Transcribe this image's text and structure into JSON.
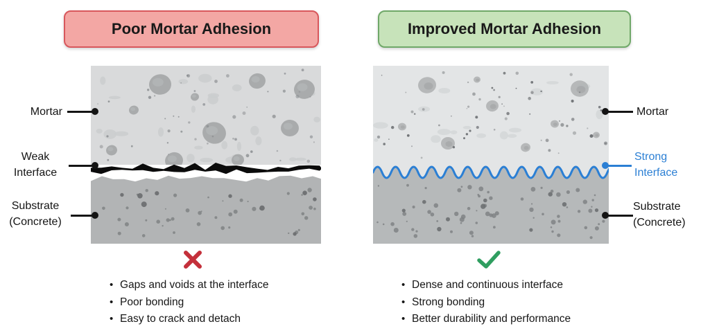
{
  "left_panel": {
    "title": "Poor Mortar Adhesion",
    "labels": {
      "mortar": "Mortar",
      "interface_line1": "Weak",
      "interface_line2": "Interface",
      "substrate_line1": "Substrate",
      "substrate_line2": "(Concrete)"
    },
    "verdict_icon": "x-mark",
    "bullets": [
      "Gaps and voids at the interface",
      "Poor bonding",
      "Easy to crack and detach"
    ]
  },
  "right_panel": {
    "title": "Improved Mortar Adhesion",
    "labels": {
      "mortar": "Mortar",
      "interface_line1": "Strong",
      "interface_line2": "Interface",
      "substrate_line1": "Substrate",
      "substrate_line2": "(Concrete)"
    },
    "verdict_icon": "check-mark",
    "bullets": [
      "Dense and continuous interface",
      "Strong bonding",
      "Better durability and performance"
    ]
  },
  "colors": {
    "title_poor_bg": "#f3a7a4",
    "title_poor_border": "#d8575c",
    "title_improved_bg": "#c7e3ba",
    "title_improved_border": "#6fa868",
    "cross_red": "#c4303b",
    "check_green": "#2f9e60",
    "interface_blue": "#2b7fd4"
  }
}
